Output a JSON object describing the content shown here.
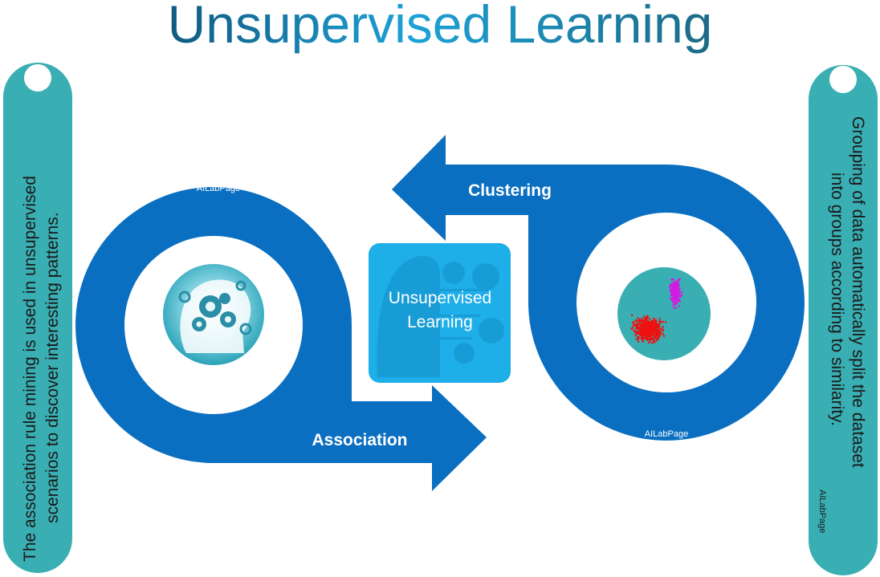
{
  "title": "Unsupervised Learning",
  "center_box": {
    "line1": "Unsupervised",
    "line2": "Learning"
  },
  "association": {
    "label": "Association",
    "description_line1": "The association rule mining is used in unsupervised",
    "description_line2": "scenarios to discover interesting patterns.",
    "watermark": "AILabPage"
  },
  "clustering": {
    "label": "Clustering",
    "description_line1": "Grouping of data automatically  split the dataset",
    "description_line2": "into groups according to similarity.",
    "watermark": "AILabPage",
    "side_watermark": "AILabPage"
  },
  "colors": {
    "ring_blue": "#0a6fc0",
    "teal": "#3aafb3",
    "center_blue": "#1eaee8",
    "title_gradient": [
      "#0f5f86",
      "#1b9fd3",
      "#1d6f8c"
    ]
  },
  "icons": {
    "left_circle": "brain-gears-icon",
    "right_circle": "scatter-clusters-icon",
    "center": "gear-head-icon"
  }
}
